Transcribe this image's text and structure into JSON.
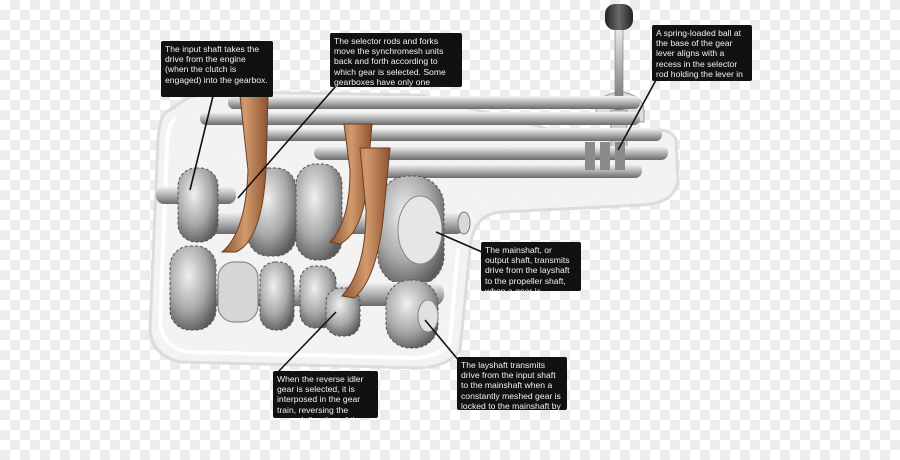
{
  "callouts": {
    "input_shaft": "The input shaft takes the drive from the engine (when the clutch is engaged) into the gearbox.",
    "selector_rods": "The selector rods and forks move the synchromesh units back and forth according to which gear is selected. Some gearboxes have only one selector rod, others three; but the principle is the same.",
    "spring_ball": "A spring-loaded ball at the base of the gear lever aligns with a recess in the selector rod holding the lever in position until the driver changes gears.",
    "mainshaft": "The mainshaft, or output shaft, transmits drive from the layshaft to the propeller shaft, when a gear is selected.",
    "reverse_idler": "When the reverse idler gear is selected, it is interposed in the gear train, reversing the normal direction of the mainshaft.",
    "layshaft": "The layshaft transmits drive from the input shaft to the mainshaft when a constantly meshed gear is locked to the mainshaft by means of a splined mesh."
  },
  "colors": {
    "fork": "#b77a4e",
    "shaft": "#c8c8c8",
    "casing": "#f4f4f4",
    "callout_bg": "#111111"
  }
}
